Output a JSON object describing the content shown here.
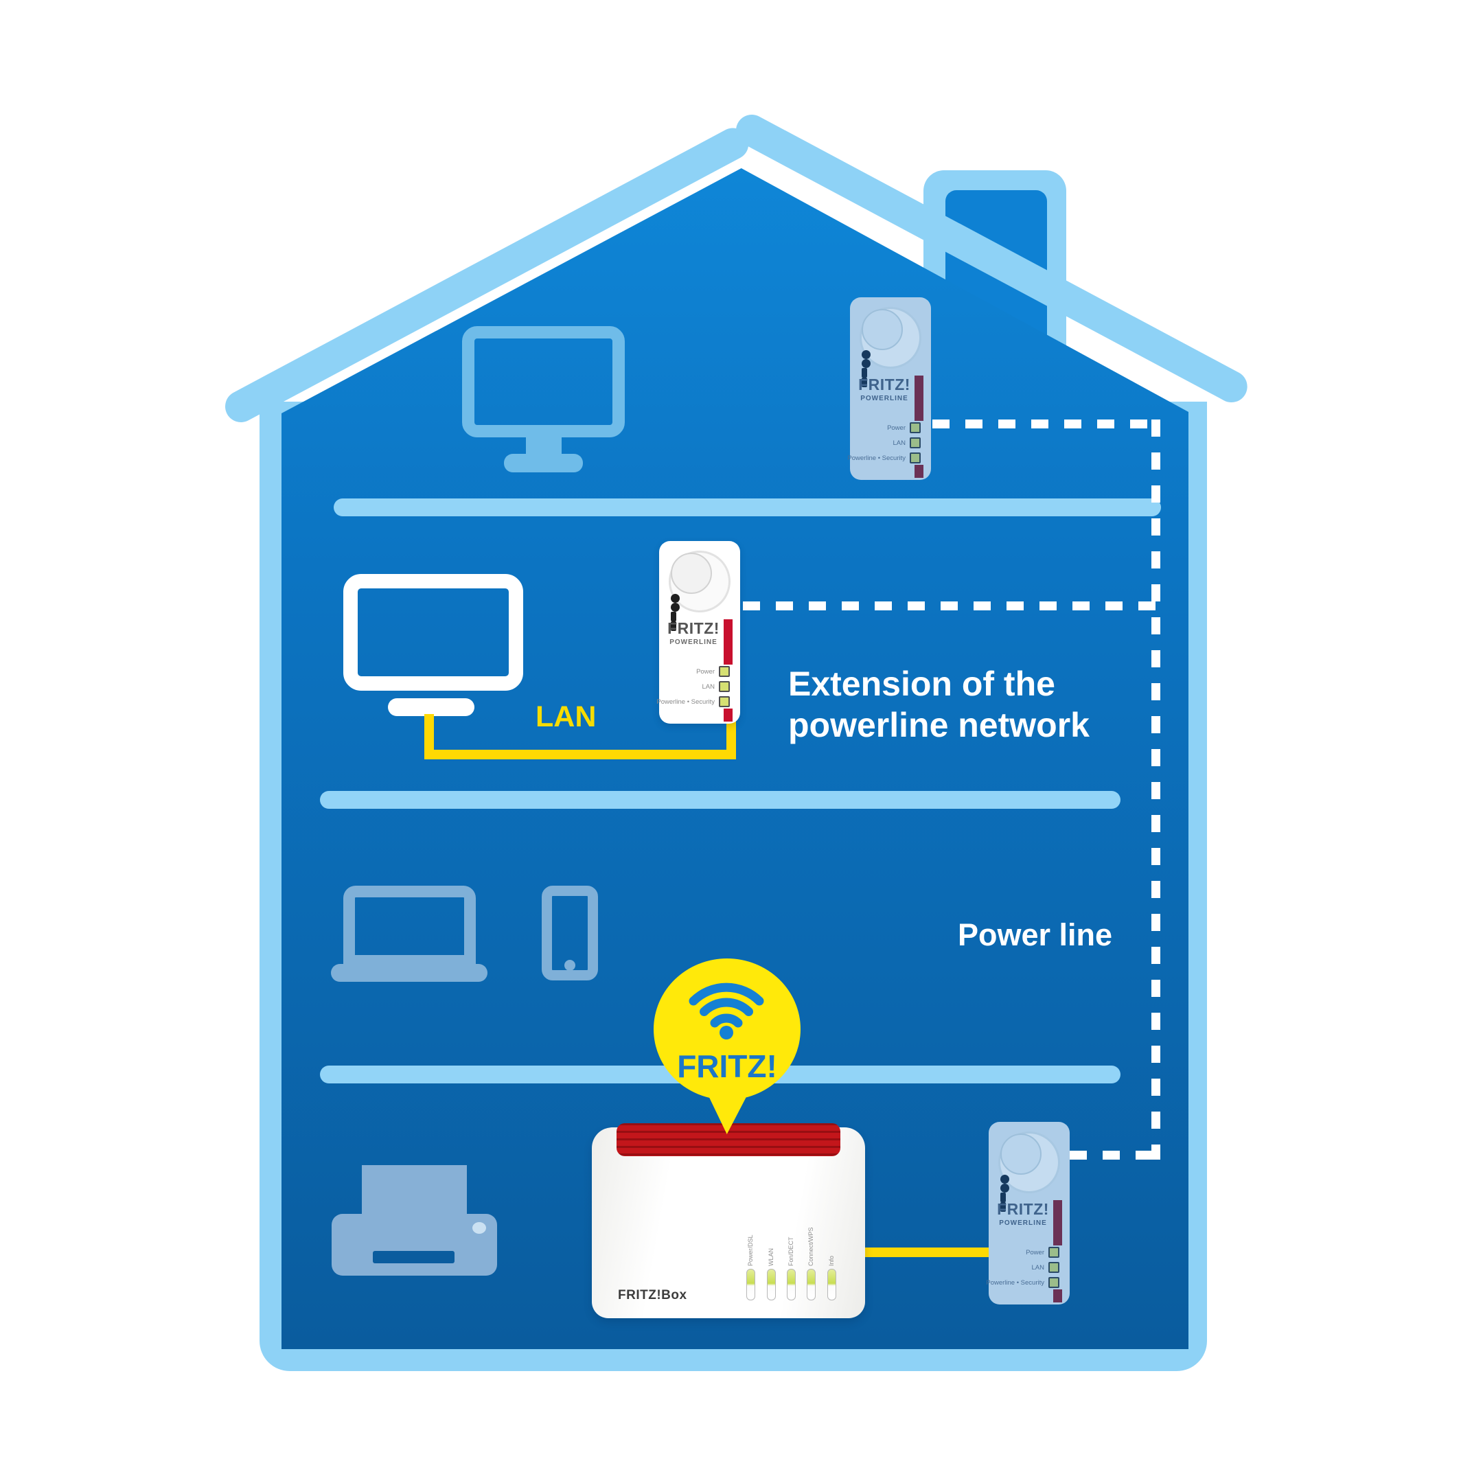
{
  "diagram": {
    "labels": {
      "lan": "LAN",
      "extension_line1": "Extension of the",
      "extension_line2": "powerline network",
      "power_line": "Power line",
      "wifi_callout": "FRITZ!"
    },
    "powerline_adapter": {
      "brand": "FRITZ!",
      "product": "Powerline",
      "led_labels": [
        "Power",
        "LAN",
        "Powerline • Security"
      ]
    },
    "router": {
      "brand": "FRITZ!Box",
      "led_labels": [
        "Power/DSL",
        "WLAN",
        "Fon/DECT",
        "Connect/WPS",
        "Info"
      ]
    },
    "icons": {
      "wifi": "wifi-icon",
      "power_socket": "socket-icon",
      "desktop_monitor": "monitor-icon",
      "tv": "tv-icon",
      "laptop": "laptop-icon",
      "smartphone": "smartphone-icon",
      "printer": "printer-icon"
    },
    "colors": {
      "house_outline": "#8ED2F6",
      "floor_band": "#92D4F7",
      "interior_top": "#0F86D7",
      "interior_bottom": "#0A5C9E",
      "device_icon_steel": "#7FB0D8",
      "attic_monitor_icon": "#6FBCE9",
      "tv_icon": "#FFFFFF",
      "cable_yellow": "#FFD903",
      "lan_label_yellow": "#F7DC00",
      "dashed_line_white": "#FFFFFF",
      "balloon_yellow": "#FFE90A",
      "wifi_blue": "#1580D4",
      "fritz_red": "#C3161B",
      "adapter_stripe_red": "#C8102E",
      "led_green": "#D6E072"
    }
  }
}
